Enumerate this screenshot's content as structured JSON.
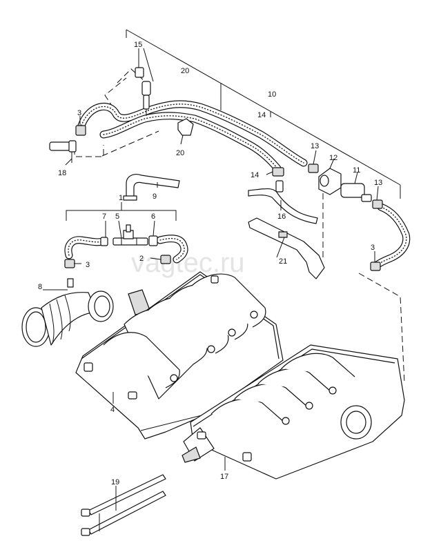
{
  "watermark": "vagtec.ru",
  "callouts": {
    "c1": "1",
    "c2": "2",
    "c3a": "3",
    "c3b": "3",
    "c3c": "3",
    "c4": "4",
    "c5": "5",
    "c6": "6",
    "c7": "7",
    "c8": "8",
    "c9": "9",
    "c10": "10",
    "c11": "11",
    "c12": "12",
    "c13a": "13",
    "c13b": "13",
    "c14a": "14",
    "c14b": "14",
    "c15": "15",
    "c16": "16",
    "c17": "17",
    "c18": "18",
    "c19": "19",
    "c20a": "20",
    "c20b": "20",
    "c21": "21"
  }
}
